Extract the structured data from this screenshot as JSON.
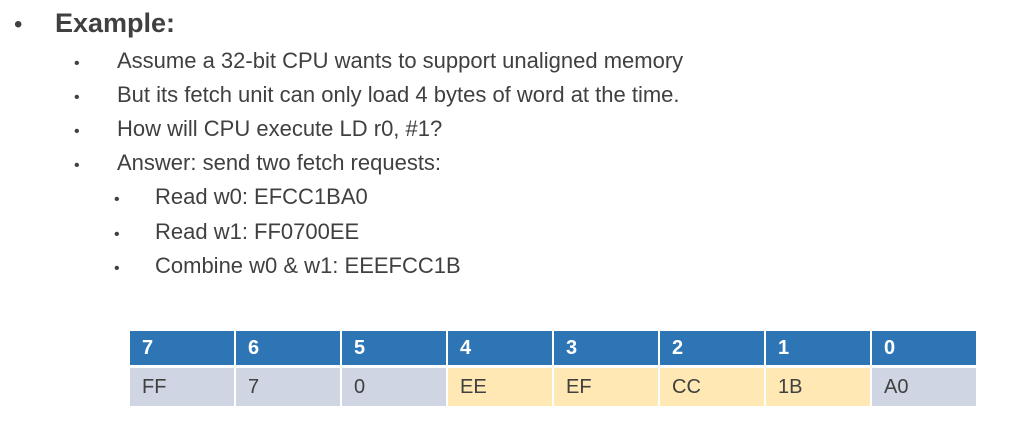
{
  "heading": {
    "bullet": "•",
    "text": "Example:"
  },
  "points": [
    {
      "bullet": "•",
      "text": "Assume a 32-bit CPU wants to support unaligned memory"
    },
    {
      "bullet": "•",
      "text": "But its fetch unit can only load 4 bytes of word at the time."
    },
    {
      "bullet": "•",
      "text": "How will CPU execute LD r0, #1?"
    },
    {
      "bullet": "•",
      "text": "Answer: send two fetch requests:"
    }
  ],
  "subpoints": [
    {
      "bullet": "•",
      "text": "Read w0:  EFCC1BA0"
    },
    {
      "bullet": "•",
      "text": "Read w1:  FF0700EE"
    },
    {
      "bullet": "•",
      "text": "Combine w0 & w1: EEEFCC1B"
    }
  ],
  "memory_table": {
    "headers": [
      "7",
      "6",
      "5",
      "4",
      "3",
      "2",
      "1",
      "0"
    ],
    "values": [
      "FF",
      "7",
      "0",
      "EE",
      "EF",
      "CC",
      "1B",
      "A0"
    ],
    "highlighted": [
      false,
      false,
      false,
      true,
      true,
      true,
      true,
      false
    ]
  },
  "colors": {
    "header_bg": "#2e75b6",
    "cell_bg": "#cfd5e2",
    "highlight_bg": "#ffe8b3",
    "text": "#404040"
  }
}
